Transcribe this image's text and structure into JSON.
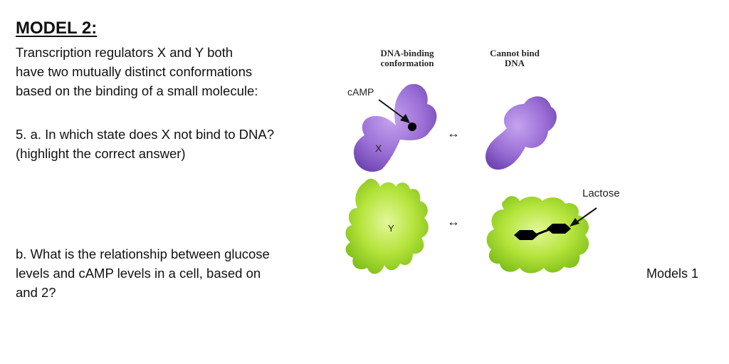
{
  "model": {
    "title": "MODEL 2:",
    "intro_lines": [
      "Transcription regulators X and Y both",
      "have two mutually distinct conformations",
      "based on the binding of a small molecule:"
    ],
    "question_5a_lines": [
      "5. a.  In which state does X not bind to DNA?",
      "(highlight the correct answer)"
    ],
    "question_b_lines": [
      "b. What is the relationship between glucose",
      "levels and cAMP levels in a cell, based on",
      "and 2?"
    ],
    "side_note": "Models 1"
  },
  "figure": {
    "header_left_line1": "DNA-binding",
    "header_left_line2": "conformation",
    "header_right_line1": "Cannot bind",
    "header_right_line2": "DNA",
    "camp_label": "cAMP",
    "x_label": "X",
    "y_label": "Y",
    "lactose_label": "Lactose",
    "arrow_glyph": "↔",
    "colors": {
      "purple": "#9b6fd6",
      "purple_dark": "#6f46b3",
      "green": "#a6dc2c",
      "green_light": "#d8f27a"
    }
  }
}
